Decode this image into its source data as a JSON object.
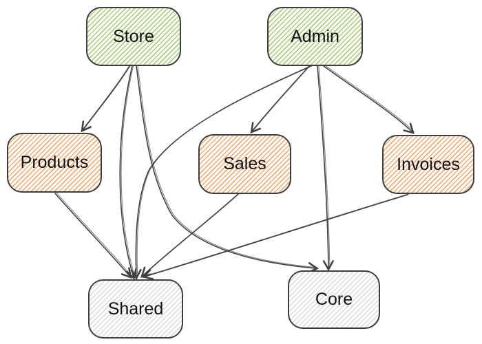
{
  "diagram": {
    "type": "dependency-graph",
    "nodes": {
      "store": {
        "label": "Store",
        "group": "app"
      },
      "admin": {
        "label": "Admin",
        "group": "app"
      },
      "products": {
        "label": "Products",
        "group": "feature"
      },
      "sales": {
        "label": "Sales",
        "group": "feature"
      },
      "invoices": {
        "label": "Invoices",
        "group": "feature"
      },
      "shared": {
        "label": "Shared",
        "group": "lib"
      },
      "core": {
        "label": "Core",
        "group": "lib"
      }
    },
    "edges": [
      {
        "from": "store",
        "to": "products"
      },
      {
        "from": "store",
        "to": "shared"
      },
      {
        "from": "store",
        "to": "core"
      },
      {
        "from": "admin",
        "to": "sales"
      },
      {
        "from": "admin",
        "to": "invoices"
      },
      {
        "from": "admin",
        "to": "shared"
      },
      {
        "from": "admin",
        "to": "core"
      },
      {
        "from": "products",
        "to": "shared"
      },
      {
        "from": "sales",
        "to": "shared"
      },
      {
        "from": "invoices",
        "to": "shared"
      }
    ],
    "colors": {
      "app_hatch": "#a9cf7c",
      "feature_hatch": "#f2ad77",
      "lib_hatch": "#d8d8e2",
      "node_border": "#3d3d3d",
      "edge": "#404040",
      "label": "#111111",
      "background": "#ffffff"
    }
  }
}
